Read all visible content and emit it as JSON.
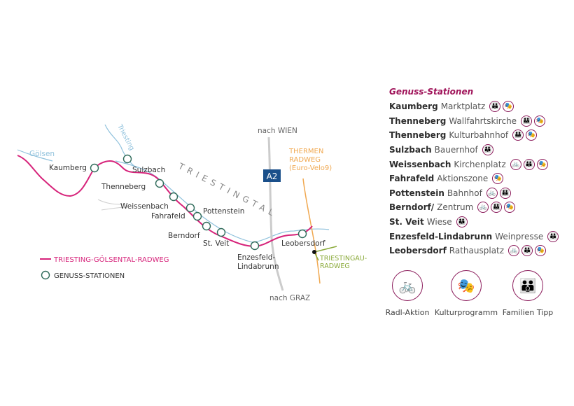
{
  "map": {
    "rivers": {
      "goelsen": "Gölsen",
      "triesting": "Triesting"
    },
    "valley_label": "TRIESTINGTAL",
    "highway": {
      "badge": "A2",
      "north": "nach WIEN",
      "south": "nach GRAZ"
    },
    "thermen_radweg": [
      "THERMEN",
      "RADWEG",
      "(Euro-Velo9)"
    ],
    "triestingau_radweg": [
      "TRIESTINGAU-",
      "RADWEG"
    ],
    "stations": [
      "Kaumberg",
      "Sulzbach",
      "Thenneberg",
      "Weissenbach",
      "Pottenstein",
      "Fahrafeld",
      "Berndorf",
      "St. Veit",
      "Enzesfeld-",
      "Lindabrunn",
      "Leobersdorf"
    ],
    "legend": {
      "route": "TRIESTING-GÖLSENTAL-RADWEG",
      "stations": "GENUSS-STATIONEN"
    },
    "colors": {
      "route": "#d6237a",
      "river": "#8fc1dc",
      "station": "#2f6b5a",
      "thermen": "#f0a850",
      "triestingau": "#8aaa3a",
      "highway": "#c8c8c8",
      "badge": "#1a4f8a"
    }
  },
  "panel": {
    "title": "Genuss-Stationen",
    "rows": [
      {
        "place": "Kaumberg",
        "spot": "Marktplatz",
        "icons": [
          "family",
          "culture"
        ]
      },
      {
        "place": "Thenneberg",
        "spot": "Wallfahrtskirche",
        "icons": [
          "family",
          "culture"
        ]
      },
      {
        "place": "Thenneberg",
        "spot": "Kulturbahnhof",
        "icons": [
          "family",
          "culture"
        ]
      },
      {
        "place": "Sulzbach",
        "spot": "Bauernhof",
        "icons": [
          "family"
        ]
      },
      {
        "place": "Weissenbach",
        "spot": "Kirchenplatz",
        "icons": [
          "bike",
          "family",
          "culture"
        ]
      },
      {
        "place": "Fahrafeld",
        "spot": "Aktionszone",
        "icons": [
          "culture"
        ]
      },
      {
        "place": "Pottenstein",
        "spot": "Bahnhof",
        "icons": [
          "bike",
          "family"
        ]
      },
      {
        "place": "Berndorf/",
        "spot": "Zentrum",
        "icons": [
          "bike",
          "family",
          "culture"
        ]
      },
      {
        "place": "St. Veit",
        "spot": "Wiese",
        "icons": [
          "family"
        ]
      },
      {
        "place": "Enzesfeld-Lindabrunn",
        "spot": "Weinpresse",
        "icons": [
          "family"
        ]
      },
      {
        "place": "Leobersdorf",
        "spot": "Rathausplatz",
        "icons": [
          "bike",
          "family",
          "culture"
        ]
      }
    ],
    "legend": [
      {
        "icon": "bike",
        "label": "Radl-Aktion"
      },
      {
        "icon": "culture",
        "label": "Kulturprogramm"
      },
      {
        "icon": "family",
        "label": "Familien Tipp"
      }
    ]
  }
}
